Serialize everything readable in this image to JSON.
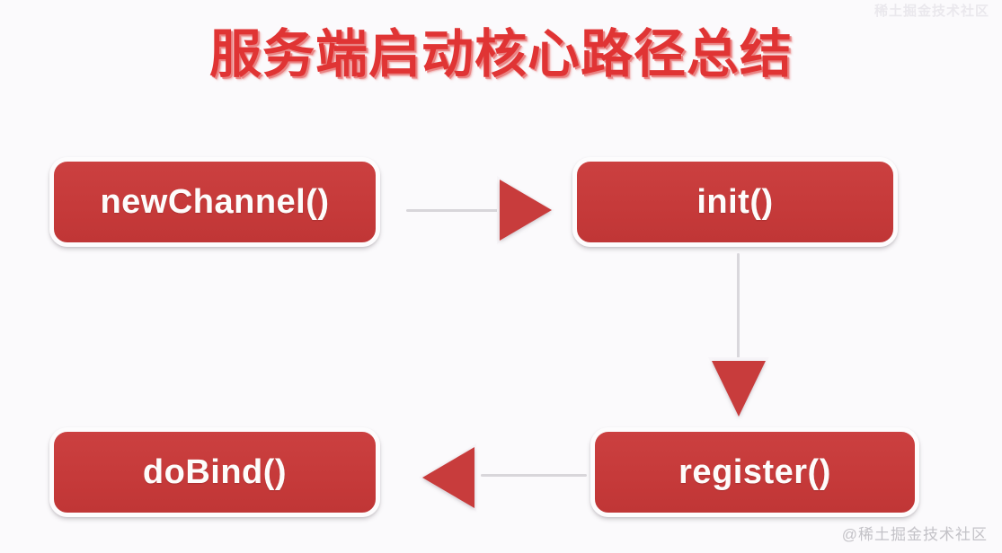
{
  "page": {
    "title": "服务端启动核心路径总结",
    "background_color": "#fbfafc",
    "title_color": "#e03434",
    "accent_color": "#c83c3c",
    "node_text_color": "#fdfcfb",
    "connector_color": "#d8d6da"
  },
  "watermarks": {
    "top_right": "稀土掘金技术社区",
    "bottom_right": "@稀土掘金技术社区"
  },
  "diagram": {
    "type": "flowchart",
    "nodes": [
      {
        "id": "newChannel",
        "label": "newChannel()",
        "order": 1
      },
      {
        "id": "init",
        "label": "init()",
        "order": 2
      },
      {
        "id": "register",
        "label": "register()",
        "order": 3
      },
      {
        "id": "doBind",
        "label": "doBind()",
        "order": 4
      }
    ],
    "edges": [
      {
        "from": "newChannel",
        "to": "init",
        "direction": "right"
      },
      {
        "from": "init",
        "to": "register",
        "direction": "down"
      },
      {
        "from": "register",
        "to": "doBind",
        "direction": "left"
      }
    ]
  }
}
